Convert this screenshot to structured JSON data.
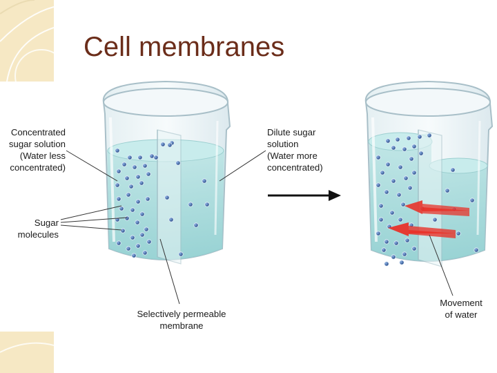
{
  "slide": {
    "title": "Cell membranes"
  },
  "diagram": {
    "labels": {
      "concentrated": [
        "Concentrated",
        "sugar solution",
        "(Water less",
        "concentrated)"
      ],
      "dilute": [
        "Dilute sugar",
        "solution",
        "(Water more",
        "concentrated)"
      ],
      "sugar": [
        "Sugar",
        "molecules"
      ],
      "membrane": [
        "Selectively permeable",
        "membrane"
      ],
      "movement": [
        "Movement",
        "of water"
      ]
    }
  },
  "colors": {
    "title": "#6b2d1a",
    "water": "#a9dcdc",
    "molecule": "#2f5b9a",
    "arrow": "#e8332a",
    "tile": "#f6e8c4"
  }
}
